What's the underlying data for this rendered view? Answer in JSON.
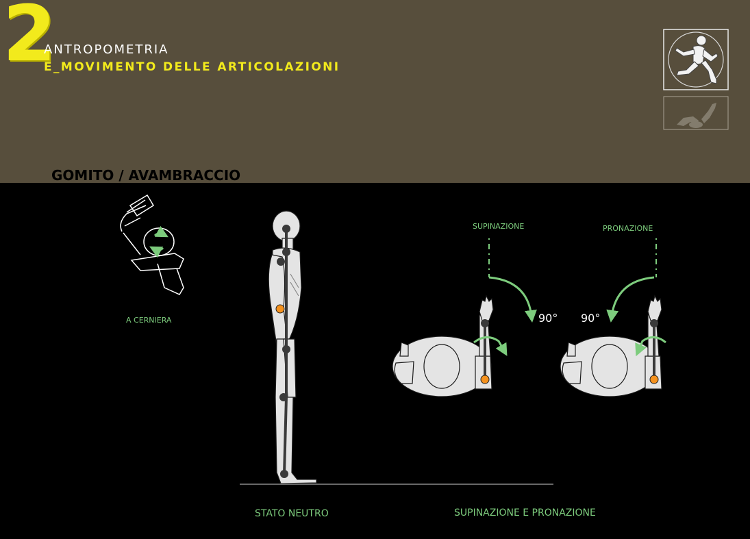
{
  "header": {
    "chapter_number": "2",
    "title": "ANTROPOMETRIA",
    "subtitle": "E_MOVIMENTO DELLE ARTICOLAZIONI",
    "section": "GOMITO / AVAMBRACCIO"
  },
  "labels": {
    "joint_type": "A CERNIERA",
    "supination": "SUPINAZIONE",
    "pronation": "PRONAZIONE",
    "supination_angle": "90°",
    "pronation_angle": "90°",
    "caption_neutral": "STATO NEUTRO",
    "caption_supination_pronation": "SUPINAZIONE E PRONAZIONE"
  },
  "colors": {
    "header_bg": "#574e3c",
    "accent_yellow": "#f2ea1c",
    "accent_green": "#7dcc7d",
    "joint_orange": "#f5921e"
  },
  "icons": {
    "logo": "running-figure-icon",
    "joint": "hinge-joint-icon"
  }
}
